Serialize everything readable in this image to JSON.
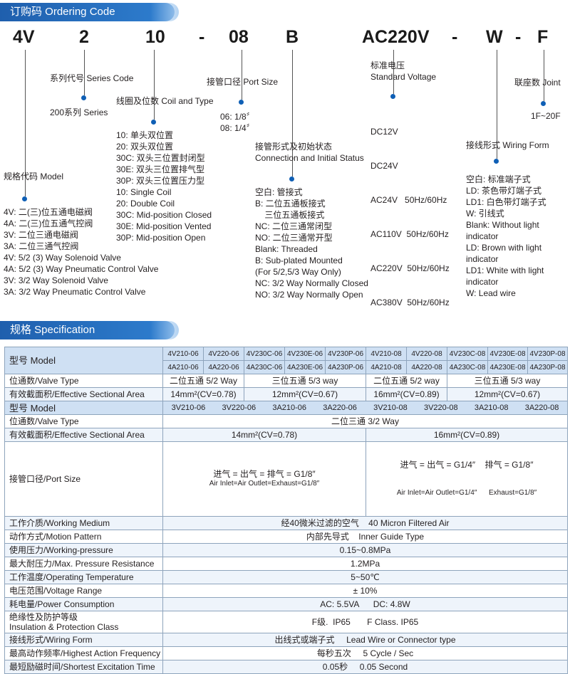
{
  "ordering": {
    "title": "订购码 Ordering Code",
    "code_parts": [
      "4V",
      "2",
      "10",
      "-",
      "08",
      "B",
      "AC220V",
      "-",
      "W",
      "-",
      "F"
    ],
    "series_label": "系列代号 Series Code",
    "series_value": "200系列 Series",
    "model_label": "规格代码 Model",
    "model_items": [
      "4V: 二(三)位五通电磁阀",
      "4A: 二(三)位五通气控阀",
      "3V: 二位三通电磁阀",
      "3A: 二位三通气控阀",
      "4V: 5/2 (3) Way Solenoid Valve",
      "4A: 5/2 (3) Way Pneumatic  Control Valve",
      "3V: 3/2 Way Solenoid Valve",
      "3A: 3/2 Way Pneumatic Control Valve"
    ],
    "coil_label": "线圈及位数 Coil and Type",
    "coil_items": [
      "10: 单头双位置",
      "20: 双头双位置",
      "30C: 双头三位置封闭型",
      "30E: 双头三位置排气型",
      "30P: 双头三位置压力型",
      "10: Single Coil",
      "20: Double Coil",
      "30C: Mid-position Closed",
      "30E: Mid-position Vented",
      "30P: Mid-position Open"
    ],
    "port_label": "接管口径 Port Size",
    "port_items": [
      "06: 1/8〞",
      "08: 1/4〞"
    ],
    "conn_label_1": "接管形式及初始状态",
    "conn_label_2": "Connection and Initial Status",
    "conn_items": [
      "空白: 管接式",
      "B: 二位五通板接式",
      "    三位五通板接式",
      "NC: 二位三通常闭型",
      "NO: 二位三通常开型",
      "Blank: Threaded",
      "B: Sub-plated Mounted",
      "(For 5/2,5/3 Way Only)",
      "NC: 3/2 Way Normally Closed",
      "NO: 3/2 Way Normally Open"
    ],
    "volt_label_1": "标准电压",
    "volt_label_2": "Standard  Voltage",
    "volt_items": [
      "DC12V",
      "DC24V",
      "AC24V   50Hz/60Hz",
      "AC110V  50Hz/60Hz",
      "AC220V  50Hz/60Hz",
      "AC380V  50Hz/60Hz"
    ],
    "wiring_label": "接线形式 Wiring Form",
    "wiring_items": [
      "空白: 标准端子式",
      "LD: 茶色带灯端子式",
      "LD1: 白色带灯端子式",
      "W: 引线式",
      "Blank: Without light",
      "indicator",
      "LD: Brown with light",
      "indicator",
      "LD1: White with light",
      "indicator",
      "W: Lead wire"
    ],
    "joint_label": "联座数 Joint",
    "joint_value": "1F~20F"
  },
  "spec": {
    "title": "规格 Specification",
    "model_label": "型号  Model",
    "models_row1": [
      "4V210-06",
      "4V220-06",
      "4V230C-06",
      "4V230E-06",
      "4V230P-06",
      "4V210-08",
      "4V220-08",
      "4V230C-08",
      "4V230E-08",
      "4V230P-08"
    ],
    "models_row2": [
      "4A210-06",
      "4A220-06",
      "4A230C-06",
      "4A230E-06",
      "4A230P-06",
      "4A210-08",
      "4A220-08",
      "4A230C-08",
      "4A230E-08",
      "4A230P-08"
    ],
    "valve_type_label": "位通数/Valve Type",
    "valve_types_a": [
      "二位五通  5/2 Way",
      "三位五通  5/3 way",
      "二位五通  5/2 way",
      "三位五通  5/3 way"
    ],
    "section_label": "有效截面积/Effective Sectional Area",
    "section_a": [
      "14mm²(CV=0.78)",
      "12mm²(CV=0.67)",
      "16mm²(CV=0.89)",
      "12mm²(CV=0.67)"
    ],
    "model_label_2": "型号  Model",
    "models_3": [
      "3V210-06",
      "3V220-06",
      "3A210-06",
      "3A220-06",
      "3V210-08",
      "3V220-08",
      "3A210-08",
      "3A220-08"
    ],
    "valve_type_b": "二位三通  3/2 Way",
    "section_b": [
      "14mm²(CV=0.78)",
      "16mm²(CV=0.89)"
    ],
    "port_size_label": "接管口径/Port Size",
    "port_left_1": "进气 = 出气 = 排气 = G1/8″",
    "port_left_2": "Air Inlet=Air Outlet=Exhaust=G1/8″",
    "port_right_1": "进气 = 出气 = G1/4″    排气 = G1/8″",
    "port_right_2": "Air Inlet=Air Outlet=G1/4″      Exhaust=G1/8″",
    "rows": [
      {
        "label": "工作介质/Working Medium",
        "value": "经40微米过滤的空气    40 Micron Filtered Air"
      },
      {
        "label": "动作方式/Motion Pattern",
        "value": "内部先导式    Inner Guide Type"
      },
      {
        "label": "使用压力/Working-pressure",
        "value": "0.15~0.8MPa"
      },
      {
        "label": "最大耐压力/Max. Pressure Resistance",
        "value": "1.2MPa"
      },
      {
        "label": "工作温度/Operating Temperature",
        "value": "5~50℃"
      },
      {
        "label": "电压范围/Voltage Range",
        "value": "± 10%"
      },
      {
        "label": "耗电量/Power Consumption",
        "value": "AC: 5.5VA      DC: 4.8W"
      }
    ],
    "insulation_label_1": "绝缘性及防护等级",
    "insulation_label_2": "Insulation & Protection Class",
    "insulation_value": "F级.  IP65       F Class. IP65",
    "rows2": [
      {
        "label": "接线形式/Wiring Form",
        "value": "出线式或端子式     Lead Wire or Connector type"
      },
      {
        "label": "最高动作频率/Highest Action Frequency",
        "value": "每秒五次     5 Cycle / Sec"
      },
      {
        "label": "最短励磁时间/Shortest Excitation Time",
        "value": "0.05秒     0.05 Second"
      }
    ]
  },
  "colors": {
    "banner": "#2f7fd0",
    "dot": "#0f5fb5",
    "header_cell": "#cfe0f3"
  }
}
